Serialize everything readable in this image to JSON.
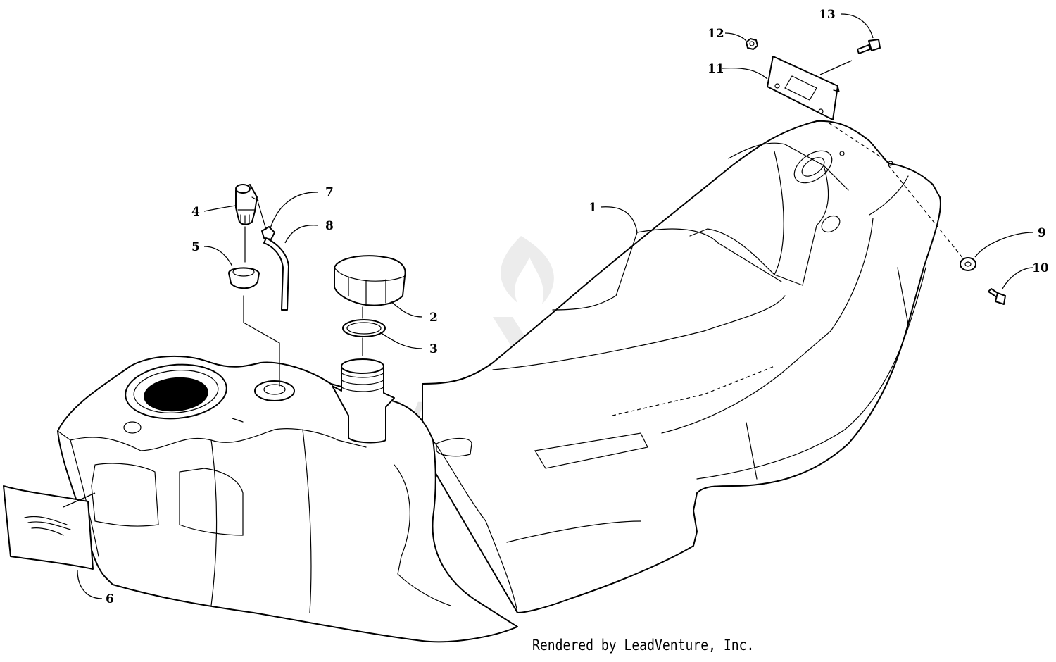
{
  "watermark": {
    "text": "LEADVENTURE"
  },
  "credit": "Rendered by LeadVenture, Inc.",
  "callouts": {
    "c1": "1",
    "c2": "2",
    "c3": "3",
    "c4": "4",
    "c5": "5",
    "c6": "6",
    "c7": "7",
    "c8": "8",
    "c9": "9",
    "c10": "10",
    "c11": "11",
    "c12": "12",
    "c13": "13"
  },
  "colors": {
    "line": "#000000",
    "watermark": "#e6e6e6",
    "background": "#ffffff"
  }
}
